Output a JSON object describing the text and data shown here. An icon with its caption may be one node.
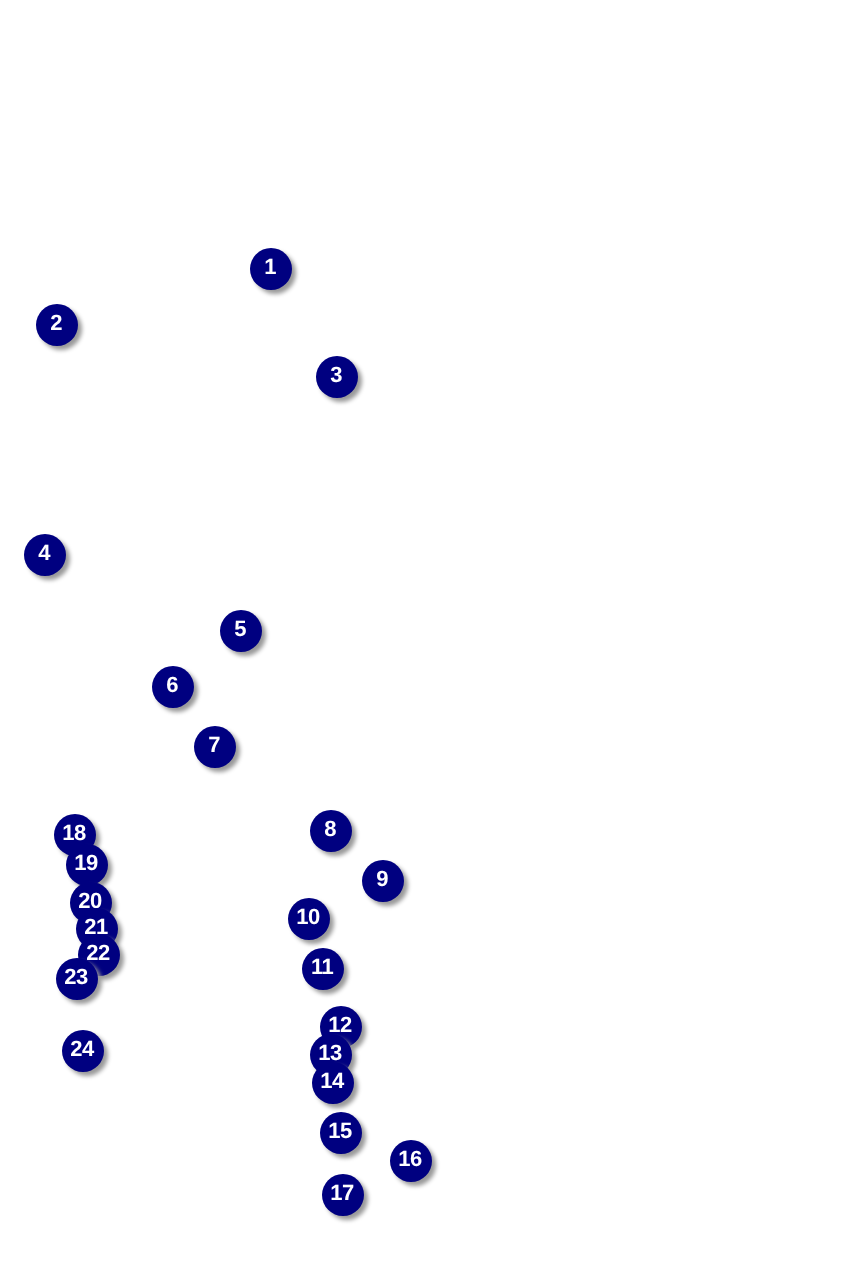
{
  "diagram": {
    "labels": [
      "1",
      "2",
      "3",
      "4",
      "5",
      "6",
      "7",
      "8",
      "9",
      "10",
      "11",
      "12",
      "13",
      "14",
      "15",
      "16",
      "17",
      "18",
      "19",
      "20",
      "21",
      "22",
      "23",
      "24"
    ]
  }
}
